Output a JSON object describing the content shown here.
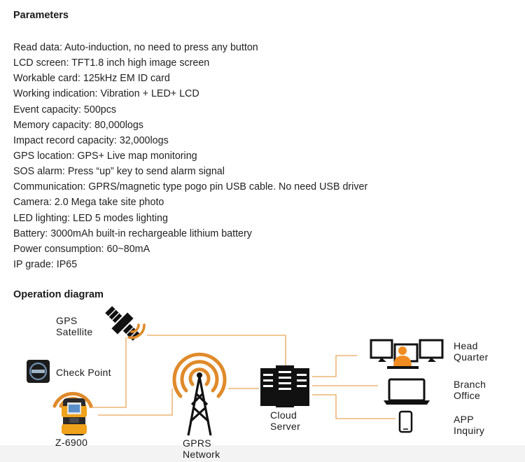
{
  "parameters": {
    "heading": "Parameters",
    "items": [
      "Read data: Auto-induction, no need to press any button",
      "LCD screen: TFT1.8 inch high image screen",
      "Workable card: 125kHz EM ID card",
      "Working indication: Vibration + LED+ LCD",
      "Event capacity: 500pcs",
      "Memory capacity: 80,000logs",
      "Impact record capacity: 32,000logs",
      "GPS location: GPS+ Live map monitoring",
      "SOS alarm: Press “up” key to send alarm signal",
      "Communication: GPRS/magnetic type pogo pin USB cable. No need USB driver",
      "Camera: 2.0 Mega take site photo",
      "LED lighting: LED 5 modes lighting",
      "Battery: 3000mAh built-in rechargeable lithium battery",
      "Power consumption: 60~80mA",
      "IP grade: IP65"
    ]
  },
  "diagram": {
    "heading": "Operation diagram",
    "gps_satellite": [
      "GPS",
      "Satellite"
    ],
    "check_point": "Check Point",
    "device": "Z-6900",
    "gprs_network": [
      "GPRS",
      "Network"
    ],
    "cloud_server": [
      "Cloud",
      "Server"
    ],
    "head_quarter": [
      "Head",
      "Quarter"
    ],
    "branch_office": [
      "Branch",
      "Office"
    ],
    "app_inquiry": [
      "APP",
      "Inquiry"
    ],
    "accent_color": "#e08a2a",
    "line_color": "#e6a65a"
  }
}
